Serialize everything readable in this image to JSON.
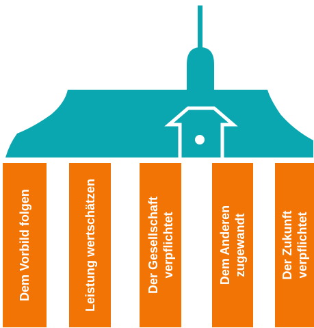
{
  "colors": {
    "roof": "#0aa7b0",
    "pillar": "#f27405",
    "text": "#ffffff"
  },
  "pillars": [
    {
      "lines": [
        "Dem Vorbild folgen"
      ]
    },
    {
      "lines": [
        "Leistung wertschätzen"
      ]
    },
    {
      "lines": [
        "Der Gesellschaft",
        "verpflichtet"
      ]
    },
    {
      "lines": [
        "Dem Anderen",
        "zugewandt"
      ]
    },
    {
      "lines": [
        "Der Zukunft",
        "verpflichtet"
      ]
    }
  ]
}
